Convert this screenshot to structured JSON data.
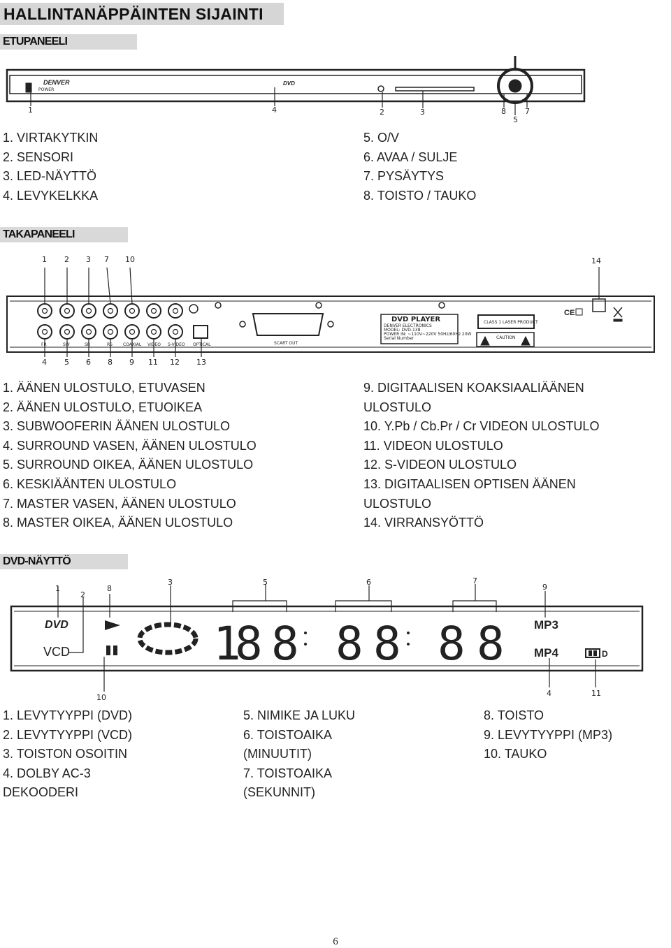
{
  "title": "HALLINTANÄPPÄINTEN SIJAINTI",
  "front": {
    "heading": "ETUPANEELI",
    "brand": "DENVER",
    "power_label": "POWER",
    "disc_logo": "DVD",
    "callouts": [
      "1",
      "4",
      "2",
      "3",
      "8",
      "5",
      "7"
    ],
    "items_left": [
      "1. VIRTAKYTKIN",
      "2. SENSORI",
      "3. LED-NÄYTTÖ",
      "4. LEVYKELKKA"
    ],
    "items_right": [
      "5. O/V",
      "6. AVAA / SULJE",
      "7. PYSÄYTYS",
      "8. TOISTO / TAUKO"
    ]
  },
  "rear": {
    "heading": "TAKAPANEELI",
    "top_callouts": [
      "1",
      "2",
      "3",
      "7",
      "10",
      "14"
    ],
    "bottom_callouts": [
      "4",
      "5",
      "6",
      "8",
      "9",
      "11",
      "12",
      "13"
    ],
    "jack_labels_bottom": [
      "FR",
      "SW",
      "SR",
      "RS",
      "COAXIAL",
      "VIDEO",
      "S-VIDEO",
      "OPTICAL"
    ],
    "scart_label": "SCART OUT",
    "plate_title": "DVD PLAYER",
    "plate_lines": [
      "DENVER ELECTRONICS",
      "MODEL: DVD-138",
      "POWER IN: ~110V~220V 50Hz/60Hz 20W",
      "Serial Number"
    ],
    "class_label": "CLASS 1 LASER PRODUCT",
    "caution_label": "CAUTION",
    "items_left": [
      "1. ÄÄNEN ULOSTULO, ETUVASEN",
      "2. ÄÄNEN ULOSTULO, ETUOIKEA",
      "3. SUBWOOFERIN ÄÄNEN ULOSTULO",
      "4. SURROUND VASEN, ÄÄNEN ULOSTULO",
      "5. SURROUND OIKEA, ÄÄNEN ULOSTULO",
      "6. KESKIÄÄNTEN ULOSTULO",
      "7. MASTER VASEN, ÄÄNEN ULOSTULO",
      "8. MASTER OIKEA, ÄÄNEN ULOSTULO"
    ],
    "items_right": [
      "9. DIGITAALISEN KOAKSIAALIÄÄNEN",
      "ULOSTULO",
      "10. Y.Pb / Cb.Pr / Cr VIDEON ULOSTULO",
      "11. VIDEON ULOSTULO",
      "12. S-VIDEON ULOSTULO",
      "13. DIGITAALISEN OPTISEN ÄÄNEN",
      "ULOSTULO",
      "14. VIRRANSYÖTTÖ"
    ]
  },
  "display": {
    "heading": "DVD-NÄYTTÖ",
    "top_callouts": [
      "1",
      "2",
      "8",
      "3",
      "5",
      "6",
      "7",
      "9"
    ],
    "bottom_callouts": [
      "10",
      "4",
      "11"
    ],
    "dvd_text": "DVD",
    "vcd_text": "VCD",
    "mp3_text": "MP3",
    "mp4_text": "MP4",
    "dolby_text": "D",
    "digits": [
      "1",
      "8",
      "8",
      "8",
      "8",
      "8",
      "8"
    ],
    "col1": [
      "1. LEVYTYYPPI (DVD)",
      "2. LEVYTYYPPI (VCD)",
      "3. TOISTON OSOITIN",
      "4. DOLBY AC-3",
      "DEKOODERI"
    ],
    "col2": [
      "5. NIMIKE JA LUKU",
      "6. TOISTOAIKA",
      "(MINUUTIT)",
      "7. TOISTOAIKA",
      "(SEKUNNIT)"
    ],
    "col3": [
      "8. TOISTO",
      "9. LEVYTYYPPI (MP3)",
      "10. TAUKO"
    ]
  },
  "page_number": "6"
}
